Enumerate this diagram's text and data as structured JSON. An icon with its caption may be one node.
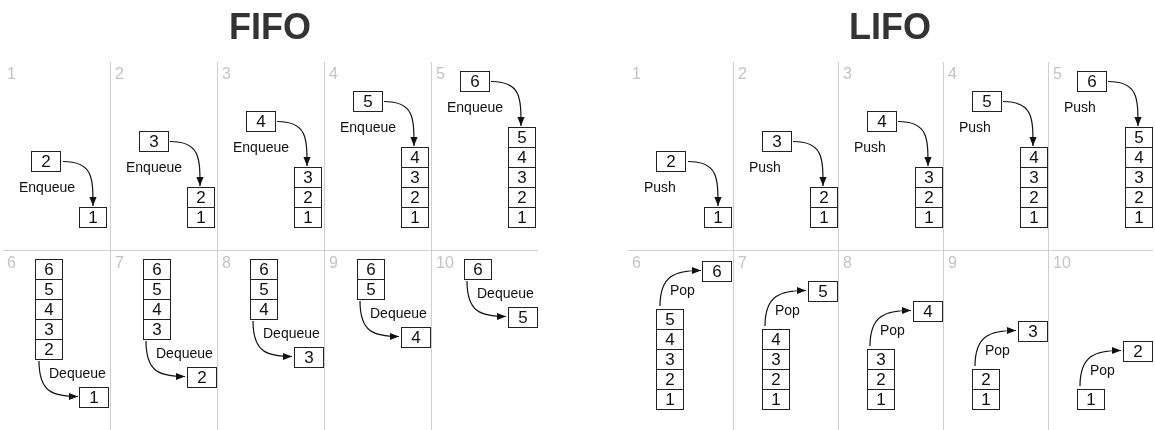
{
  "diagram": {
    "nodes": [
      {
        "text": [
          "1"
        ]
      },
      {
        "text": [
          "2"
        ],
        "in": 0
      },
      {
        "text": [
          "1"
        ],
        "in": 0
      },
      {
        "text": [
          "2"
        ]
      },
      {
        "text": [
          "3"
        ],
        "in": 3
      },
      {
        "text": [
          "2"
        ],
        "in": 3
      },
      {
        "text": [
          "1"
        ],
        "in": 3
      },
      {
        "text": [
          "3"
        ]
      },
      {
        "text": [
          "4"
        ],
        "in": 7
      },
      {
        "text": [
          "3"
        ],
        "in": 7
      },
      {
        "text": [
          "2"
        ],
        "in": 7
      },
      {
        "text": [
          "1"
        ],
        "in": 7
      },
      {
        "text": [
          "4"
        ]
      },
      {
        "text": [
          "5"
        ],
        "in": 12
      },
      {
        "text": [
          "4"
        ],
        "in": 12
      },
      {
        "text": [
          "3"
        ],
        "in": 12
      },
      {
        "text": [
          "2"
        ],
        "in": 12
      },
      {
        "text": [
          "1"
        ],
        "in": 12
      },
      {
        "text": [
          "5"
        ]
      },
      {
        "text": [
          "6"
        ],
        "in": 18
      },
      {
        "text": [
          "5"
        ],
        "in": 18
      },
      {
        "text": [
          "4"
        ],
        "in": 18
      },
      {
        "text": [
          "3"
        ],
        "in": 18
      },
      {
        "text": [
          "2"
        ],
        "in": 18
      },
      {
        "text": [
          "1"
        ],
        "in": 18
      },
      {
        "text": [
          "6"
        ]
      },
      {
        "text": [
          "6"
        ],
        "in": 25
      },
      {
        "text": [
          "5"
        ],
        "in": 25
      },
      {
        "text": [
          "4"
        ],
        "in": 25
      },
      {
        "text": [
          "3"
        ],
        "in": 25
      },
      {
        "text": [
          "2"
        ],
        "in": 25
      },
      {
        "text": [
          "1"
        ],
        "in": 25
      },
      {
        "text": [
          "7"
        ]
      },
      {
        "text": [
          "6"
        ],
        "in": 32
      },
      {
        "text": [
          "5"
        ],
        "in": 32
      },
      {
        "text": [
          "4"
        ],
        "in": 32
      },
      {
        "text": [
          "3"
        ],
        "in": 32
      },
      {
        "text": [
          "2"
        ],
        "in": 32
      },
      {
        "text": [
          "8"
        ]
      },
      {
        "text": [
          "6"
        ],
        "in": 38
      },
      {
        "text": [
          "5"
        ],
        "in": 38
      },
      {
        "text": [
          "4"
        ],
        "in": 38
      },
      {
        "text": [
          "3"
        ],
        "in": 38
      },
      {
        "text": [
          "9"
        ]
      },
      {
        "text": [
          "6"
        ],
        "in": 43
      },
      {
        "text": [
          "5"
        ],
        "in": 43
      },
      {
        "text": [
          "4"
        ],
        "in": 43
      },
      {
        "text": [
          "10"
        ]
      },
      {
        "text": [
          "6"
        ],
        "in": 47
      },
      {
        "text": [
          "5"
        ],
        "in": 47
      },
      {
        "text": [
          "1"
        ]
      },
      {
        "text": [
          "2"
        ],
        "in": 50
      },
      {
        "text": [
          "1"
        ],
        "in": 50
      },
      {
        "text": [
          "2"
        ]
      },
      {
        "text": [
          "3"
        ],
        "in": 53
      },
      {
        "text": [
          "2"
        ],
        "in": 53
      },
      {
        "text": [
          "1"
        ],
        "in": 53
      },
      {
        "text": [
          "3"
        ]
      },
      {
        "text": [
          "4"
        ],
        "in": 57
      },
      {
        "text": [
          "3"
        ],
        "in": 57
      },
      {
        "text": [
          "2"
        ],
        "in": 57
      },
      {
        "text": [
          "1"
        ],
        "in": 57
      },
      {
        "text": [
          "4"
        ]
      },
      {
        "text": [
          "5"
        ],
        "in": 62
      },
      {
        "text": [
          "4"
        ],
        "in": 62
      },
      {
        "text": [
          "3"
        ],
        "in": 62
      },
      {
        "text": [
          "2"
        ],
        "in": 62
      },
      {
        "text": [
          "1"
        ],
        "in": 62
      },
      {
        "text": [
          "5"
        ]
      },
      {
        "text": [
          "6"
        ],
        "in": 68
      },
      {
        "text": [
          "5"
        ],
        "in": 68
      },
      {
        "text": [
          "4"
        ],
        "in": 68
      },
      {
        "text": [
          "3"
        ],
        "in": 68
      },
      {
        "text": [
          "2"
        ],
        "in": 68
      },
      {
        "text": [
          "1"
        ],
        "in": 68
      },
      {
        "text": [
          "6"
        ]
      },
      {
        "text": [
          "6"
        ],
        "in": 75
      },
      {
        "text": [
          "5"
        ],
        "in": 75
      },
      {
        "text": [
          "4"
        ],
        "in": 75
      },
      {
        "text": [
          "3"
        ],
        "in": 75
      },
      {
        "text": [
          "2"
        ],
        "in": 75
      },
      {
        "text": [
          "1"
        ],
        "in": 75
      },
      {
        "text": [
          "7"
        ]
      },
      {
        "text": [
          "5"
        ],
        "in": 82
      },
      {
        "text": [
          "4"
        ],
        "in": 82
      },
      {
        "text": [
          "3"
        ],
        "in": 82
      },
      {
        "text": [
          "2"
        ],
        "in": 82
      },
      {
        "text": [
          "1"
        ],
        "in": 82
      },
      {
        "text": [
          "8"
        ]
      },
      {
        "text": [
          "4"
        ],
        "in": 88
      },
      {
        "text": [
          "3"
        ],
        "in": 88
      },
      {
        "text": [
          "2"
        ],
        "in": 88
      },
      {
        "text": [
          "1"
        ],
        "in": 88
      },
      {
        "text": [
          "9"
        ]
      },
      {
        "text": [
          "3"
        ],
        "in": 93
      },
      {
        "text": [
          "2"
        ],
        "in": 93
      },
      {
        "text": [
          "1"
        ],
        "in": 93
      },
      {
        "text": [
          "10"
        ]
      },
      {
        "text": [
          "2"
        ],
        "in": 97
      },
      {
        "text": [
          "1"
        ],
        "in": 97
      }
    ],
    "edges": [
      {
        "from": 1,
        "to": 2,
        "arrow": "to",
        "label": "Enqueue"
      },
      {
        "from": 4,
        "to": 5,
        "arrow": "to",
        "label": "Enqueue"
      },
      {
        "from": 8,
        "to": 9,
        "arrow": "to",
        "label": "Enqueue"
      },
      {
        "from": 13,
        "to": 14,
        "arrow": "to",
        "label": "Enqueue"
      },
      {
        "from": 19,
        "to": 20,
        "arrow": "to",
        "label": "Enqueue"
      },
      {
        "from": 30,
        "to": 31,
        "arrow": "to",
        "label": "Dequeue"
      },
      {
        "from": 36,
        "to": 37,
        "arrow": "to",
        "label": "Dequeue"
      },
      {
        "from": 41,
        "to": 42,
        "arrow": "to",
        "label": "Dequeue"
      },
      {
        "from": 45,
        "to": 46,
        "arrow": "to",
        "label": "Dequeue"
      },
      {
        "from": 48,
        "to": 49,
        "arrow": "to",
        "label": "Dequeue"
      },
      {
        "from": 51,
        "to": 52,
        "arrow": "to",
        "label": "Push"
      },
      {
        "from": 54,
        "to": 55,
        "arrow": "to",
        "label": "Push"
      },
      {
        "from": 58,
        "to": 59,
        "arrow": "to",
        "label": "Push"
      },
      {
        "from": 63,
        "to": 64,
        "arrow": "to",
        "label": "Push"
      },
      {
        "from": 69,
        "to": 70,
        "arrow": "to",
        "label": "Push"
      },
      {
        "from": 77,
        "to": 76,
        "arrow": "to",
        "label": "Pop"
      },
      {
        "from": 84,
        "to": 83,
        "arrow": "to",
        "label": "Pop"
      },
      {
        "from": 90,
        "to": 89,
        "arrow": "to",
        "label": "Pop"
      },
      {
        "from": 95,
        "to": 94,
        "arrow": "to",
        "label": "Pop"
      },
      {
        "from": 99,
        "to": 98,
        "arrow": "to",
        "label": "Pop"
      }
    ],
    "labels": [
      "FIFO",
      "LIFO"
    ]
  }
}
